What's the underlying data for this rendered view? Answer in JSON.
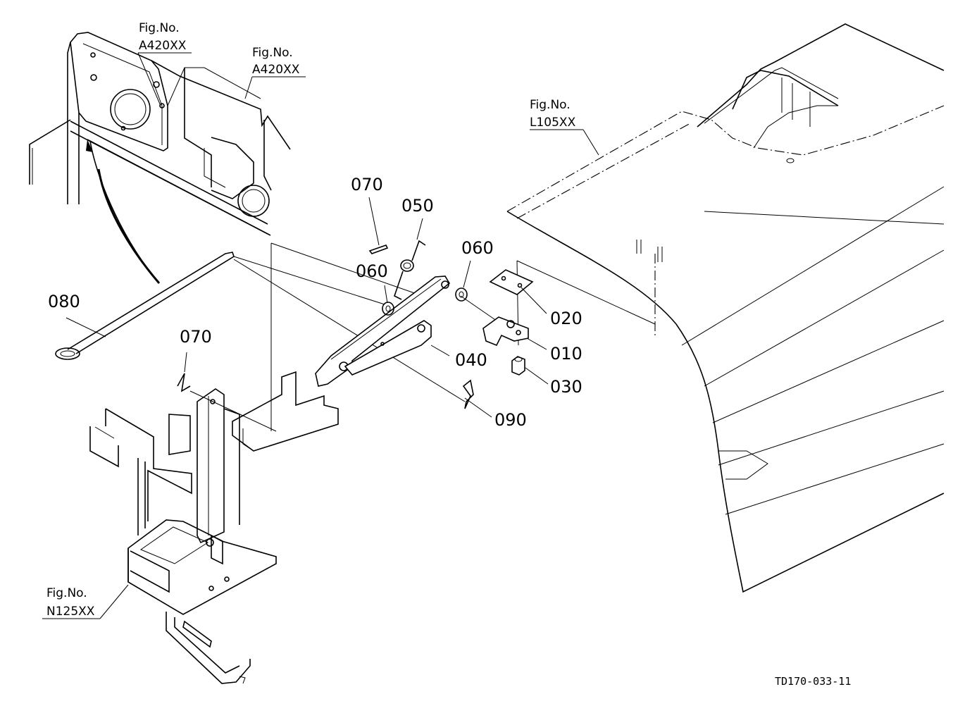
{
  "diagram": {
    "part_labels": [
      "070",
      "050",
      "060",
      "060",
      "080",
      "020",
      "010",
      "040",
      "030",
      "070",
      "090"
    ],
    "figure_refs": [
      {
        "prefix": "Fig.No.",
        "code": "A420XX"
      },
      {
        "prefix": "Fig.No.",
        "code": "A420XX"
      },
      {
        "prefix": "Fig.No.",
        "code": "L105XX"
      },
      {
        "prefix": "Fig.No.",
        "code": "N125XX"
      }
    ],
    "drawing_code": "TD170-033-11"
  }
}
